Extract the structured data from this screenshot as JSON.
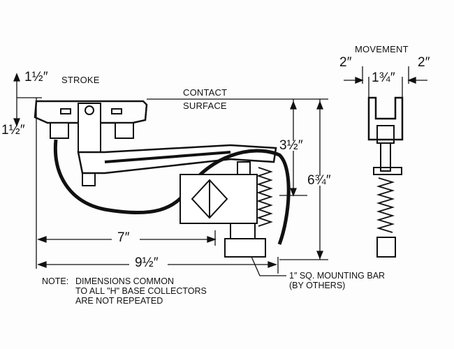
{
  "labels": {
    "movement": "MOVEMENT",
    "movement_left": "2″",
    "movement_right": "2″",
    "width_top": "1¾″",
    "stroke_value": "1½″",
    "stroke_text": "STROKE",
    "left_height": "1½″",
    "contact_surface_line1": "CONTACT",
    "contact_surface_line2": "SURFACE",
    "height_upper": "3½″",
    "height_total": "6¾″",
    "length_short": "7″",
    "length_total": "9½″",
    "note_prefix": "NOTE:",
    "note_line1": "DIMENSIONS COMMON",
    "note_line2": "TO ALL \"H\" BASE COLLECTORS",
    "note_line3": "ARE NOT REPEATED",
    "mounting_bar_line1": "1″ SQ. MOUNTING BAR",
    "mounting_bar_line2": "(BY OTHERS)"
  }
}
